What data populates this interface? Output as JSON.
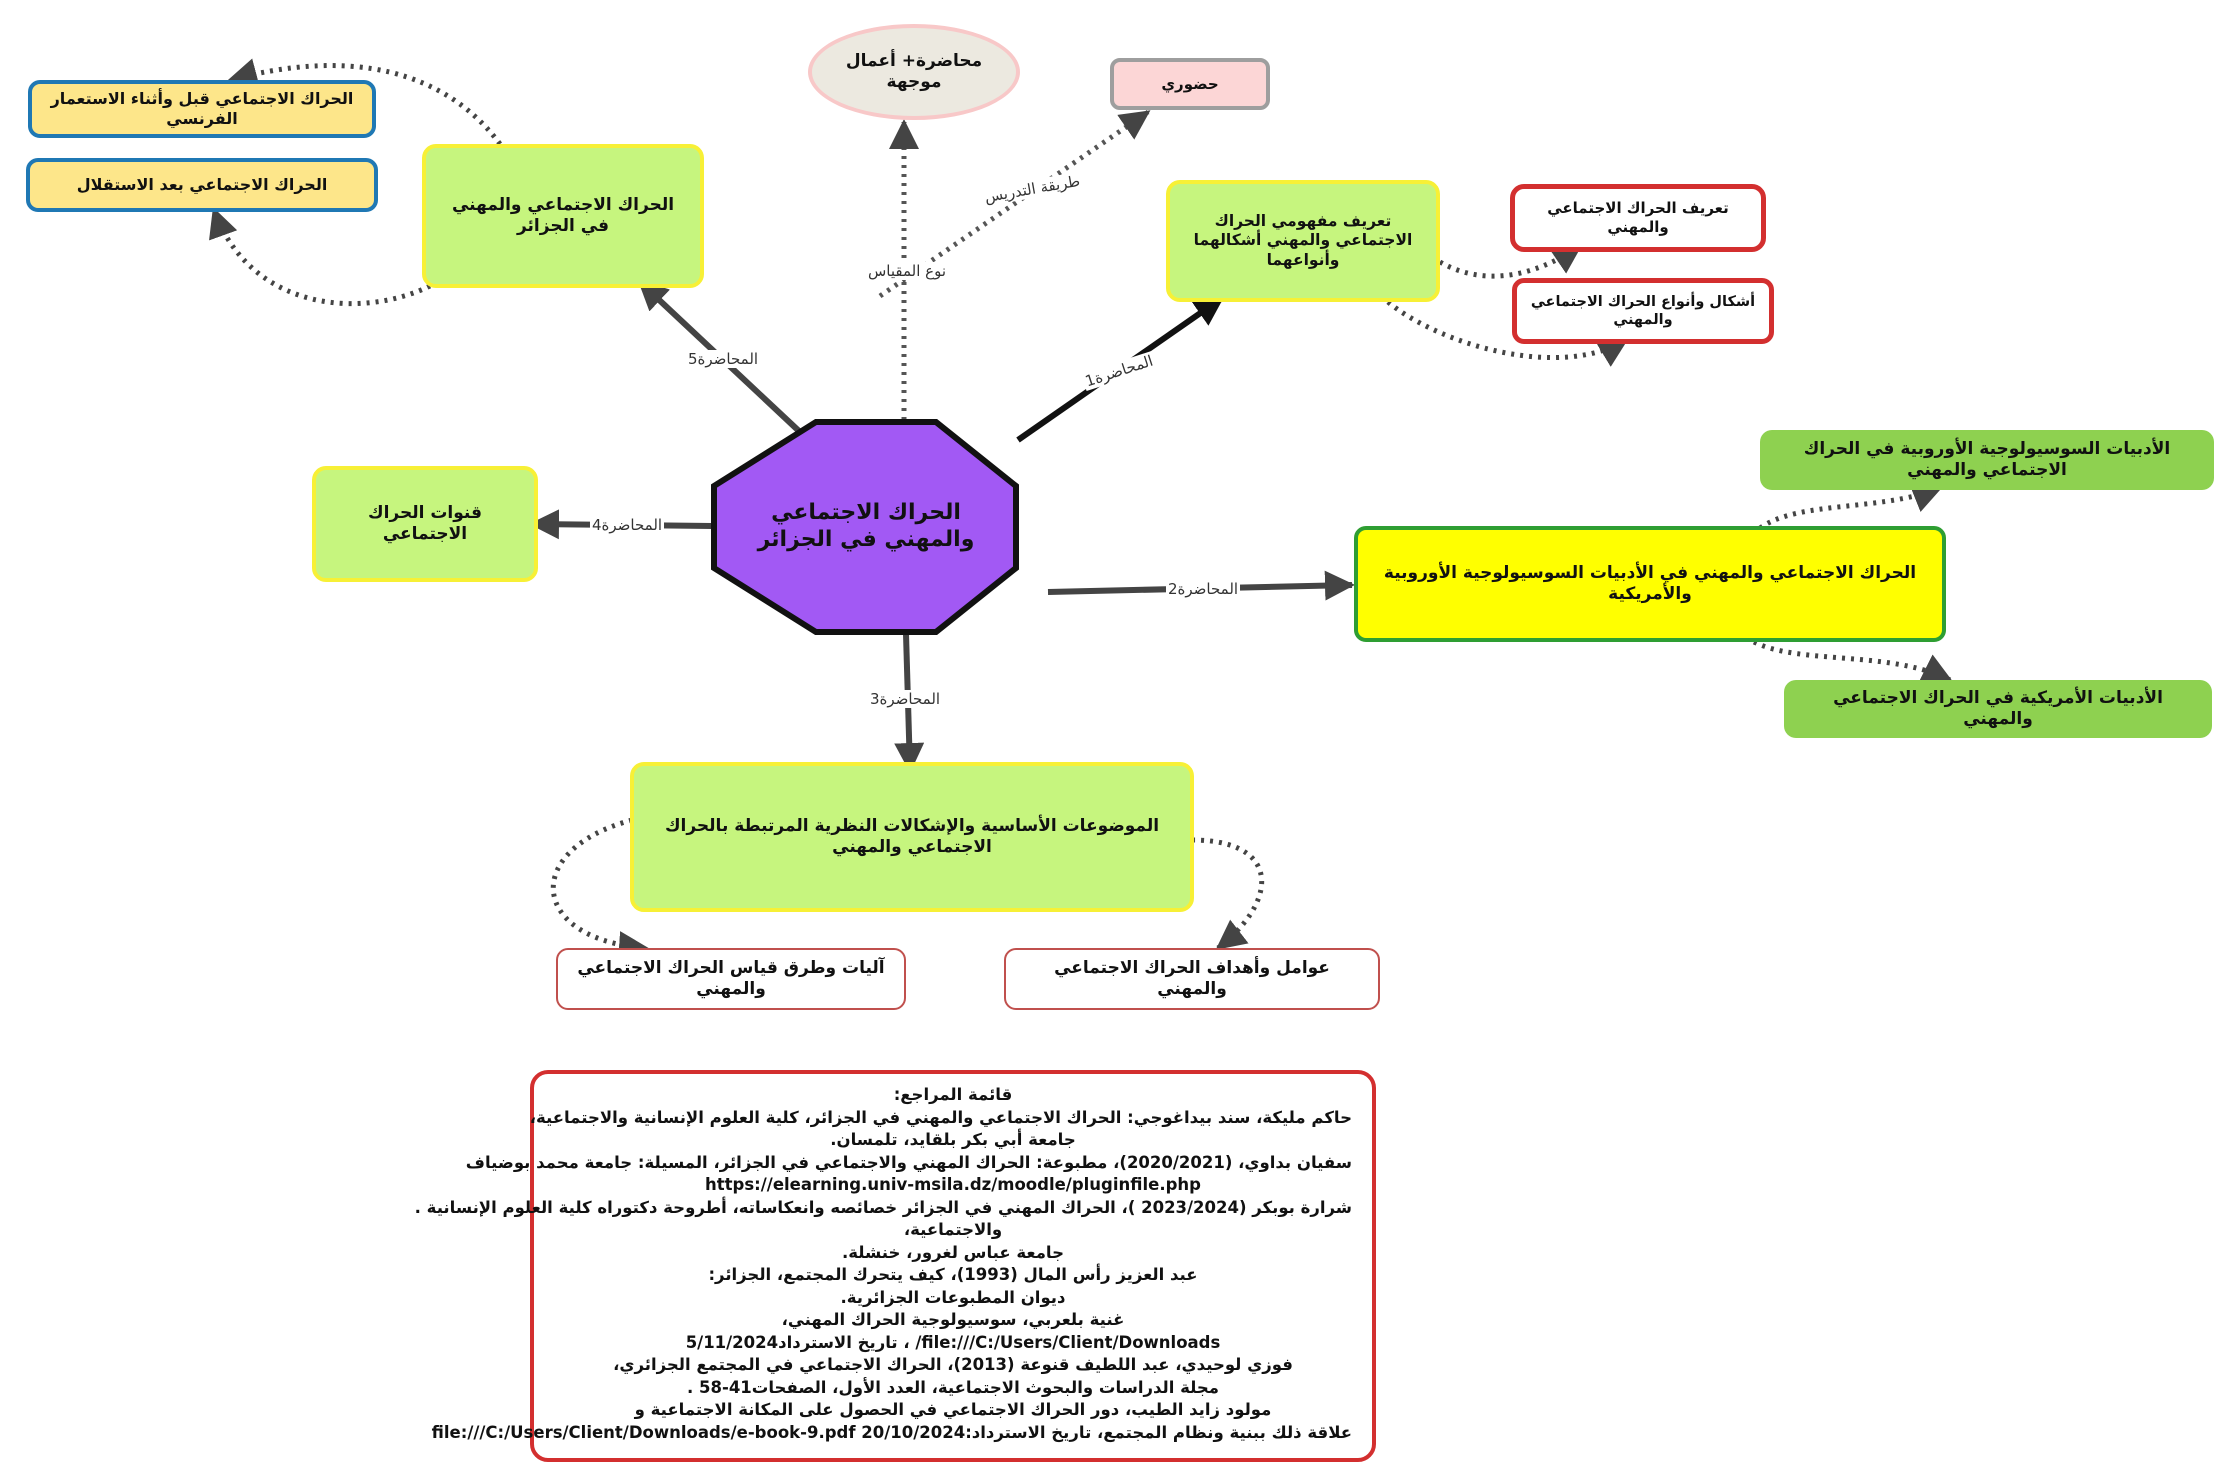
{
  "colors": {
    "center": "#a259f4",
    "green_light": "#c6f57e",
    "green_medium": "#8ed150",
    "yellow": "#ffff00",
    "yellow_border": "#f7f036",
    "blue_border": "#1f78b4",
    "sand": "#fde68a",
    "red_border": "#d32f2f",
    "pink": "#fcd6d6",
    "ellipse_fill": "#ece9e0",
    "ellipse_border": "#f8c8c8",
    "grey_border": "#9e9e9e"
  },
  "center": {
    "label": "الحراك الاجتماعي والمهني في الجزائر"
  },
  "top": {
    "lecture_mode": "محاضرة+ أعمال موجهة",
    "attendance": "حضوري",
    "label_method": "طريقة التدريس",
    "label_type": "نوع المقياس"
  },
  "lecture1": {
    "edge_label": "المحاضرة1",
    "title": "تعريف مفهومي الحراك الاجتماعي والمهني أشكالهما وأنواعهما",
    "sub1": "تعريف الحراك الاجتماعي والمهني",
    "sub2": "أشكال وأنواع الحراك الاجتماعي والمهني"
  },
  "lecture2": {
    "edge_label": "المحاضرة2",
    "title": "الحراك الاجتماعي والمهني في الأدبيات السوسيولوجية الأوروبية والأمريكية",
    "sub1": "الأدبيات السوسيولوجية الأوروبية في الحراك الاجتماعي والمهني",
    "sub2": "الأدبيات الأمريكية في الحراك الاجتماعي والمهني"
  },
  "lecture3": {
    "edge_label": "المحاضرة3",
    "title": "الموضوعات الأساسية والإشكالات النظرية المرتبطة بالحراك الاجتماعي والمهني",
    "sub1": "آليات وطرق قياس الحراك الاجتماعي والمهني",
    "sub2": "عوامل وأهداف الحراك الاجتماعي والمهني"
  },
  "lecture4": {
    "edge_label": "المحاضرة4",
    "title": "قنوات الحراك الاجتماعي"
  },
  "lecture5": {
    "edge_label": "المحاضرة5",
    "title": "الحراك الاجتماعي والمهني في الجزائر",
    "sub1": "الحراك الاجتماعي قبل وأثناء الاستعمار الفرنسي",
    "sub2": "الحراك الاجتماعي بعد الاستقلال"
  },
  "references": [
    "قائمة المراجع:",
    "حاكم مليكة، سند بيداغوجي: الحراك الاجتماعي والمهني في الجزائر، كلية العلوم الإنسانية والاجتماعية،",
    "جامعة أبي بكر بلقايد، تلمسان.",
    "سفيان بداوي، (2020/2021)، مطبوعة: الحراك المهني والاجتماعي في الجزائر، المسيلة: جامعة محمد بوضياف",
    "https://elearning.univ-msila.dz/moodle/pluginfile.php",
    "شرارة بوبكر (2023/2024 )، الحراك المهني في الجزائر خصائصه وانعكاساته، أطروحة دكتوراه كلية العلوم الإنسانية .",
    "والاجتماعية،",
    "جامعة عباس لغرور، خنشلة.",
    "عبد العزيز رأس المال (1993)، كيف يتحرك المجتمع، الجزائر:",
    "ديوان المطبوعات الجزائرية.",
    "غنية بلعربي، سوسيولوجية الحراك المهني،",
    "file:///C:/Users/Client/Downloads/ ، تاريخ الاسترداد5/11/2024",
    "فوزي لوحيدي، عبد اللطيف قنوعة (2013)، الحراك الاجتماعي في المجتمع الجزائري،",
    "مجلة الدراسات والبحوث الاجتماعية، العدد الأول، الصفحات41-58 .",
    "مولود زايد الطيب، دور الحراك الاجتماعي في الحصول على المكانة الاجتماعية و",
    "علاقة ذلك ببنية ونظام المجتمع، تاريخ الاسترداد:20/10/2024 file:///C:/Users/Client/Downloads/e-book-9.pdf"
  ]
}
